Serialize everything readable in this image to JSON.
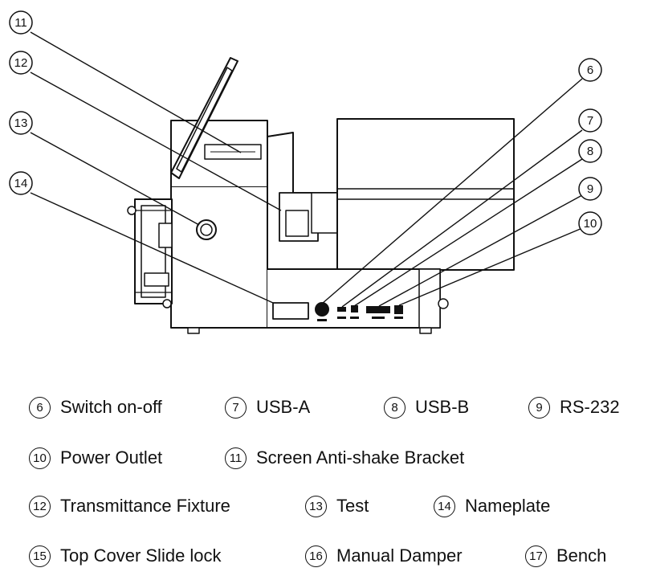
{
  "callouts": {
    "c6": "6",
    "c7": "7",
    "c8": "8",
    "c9": "9",
    "c10": "10",
    "c11": "11",
    "c12": "12",
    "c13": "13",
    "c14": "14"
  },
  "legend": [
    {
      "num": "6",
      "label": "Switch on-off"
    },
    {
      "num": "7",
      "label": "USB-A"
    },
    {
      "num": "8",
      "label": "USB-B"
    },
    {
      "num": "9",
      "label": "RS-232"
    },
    {
      "num": "10",
      "label": "Power Outlet"
    },
    {
      "num": "11",
      "label": "Screen Anti-shake Bracket"
    },
    {
      "num": "12",
      "label": "Transmittance Fixture"
    },
    {
      "num": "13",
      "label": "Test"
    },
    {
      "num": "14",
      "label": "Nameplate"
    },
    {
      "num": "15",
      "label": "Top Cover Slide lock"
    },
    {
      "num": "16",
      "label": "Manual Damper"
    },
    {
      "num": "17",
      "label": "Bench"
    }
  ]
}
